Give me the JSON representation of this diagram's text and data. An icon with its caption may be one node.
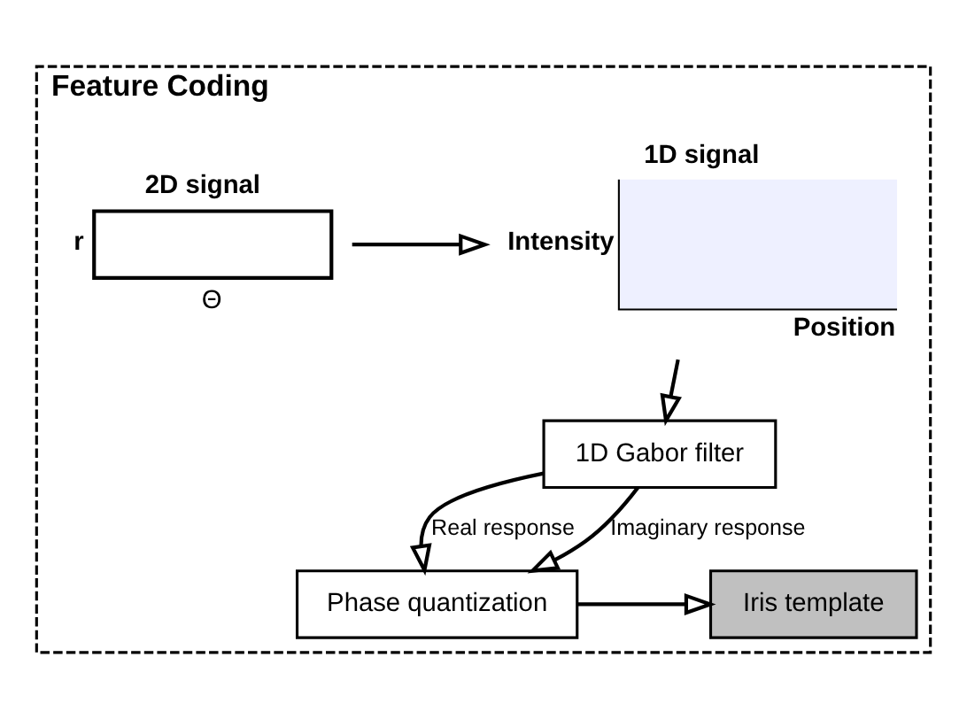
{
  "diagram": {
    "nodes": [
      {
        "text": [
          "Feature Coding"
        ]
      },
      {
        "text": [
          "2D signal"
        ],
        "beside": [
          "r",
          "Θ"
        ],
        "in": 0
      },
      {
        "text": [
          "1D signal",
          "Intensity",
          "Position"
        ],
        "in": 0
      },
      {
        "text": [
          "1D Gabor filter"
        ],
        "in": 0
      },
      {
        "text": [
          "Phase quantization"
        ],
        "in": 0
      },
      {
        "text": [
          "Iris template"
        ],
        "in": 0
      }
    ],
    "edges": [
      {
        "from": 1,
        "to": 2,
        "arrow": "to"
      },
      {
        "from": 2,
        "to": 3,
        "arrow": "to"
      },
      {
        "from": 3,
        "to": 4,
        "arrow": "to",
        "label": "Real response"
      },
      {
        "from": 3,
        "to": 4,
        "arrow": "to",
        "label": "Imaginary response"
      },
      {
        "from": 4,
        "to": 5,
        "arrow": "to"
      }
    ]
  }
}
